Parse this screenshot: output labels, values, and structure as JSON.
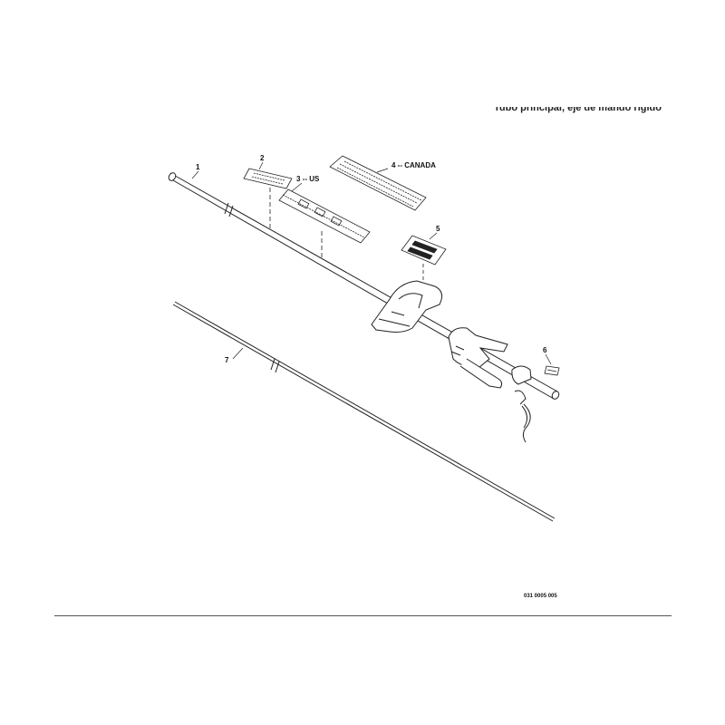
{
  "header": {
    "title": "Tubo principal, eje de mando rígido"
  },
  "parts": [
    {
      "callout": "1"
    },
    {
      "callout": "2"
    },
    {
      "callout": "3 -- US"
    },
    {
      "callout": "4 -- CANADA"
    },
    {
      "callout": "5"
    },
    {
      "callout": "6"
    },
    {
      "callout": "7"
    }
  ],
  "footer": {
    "drawing_code": "031 0005 005"
  },
  "colors": {
    "line": "#222222",
    "background": "#ffffff"
  }
}
